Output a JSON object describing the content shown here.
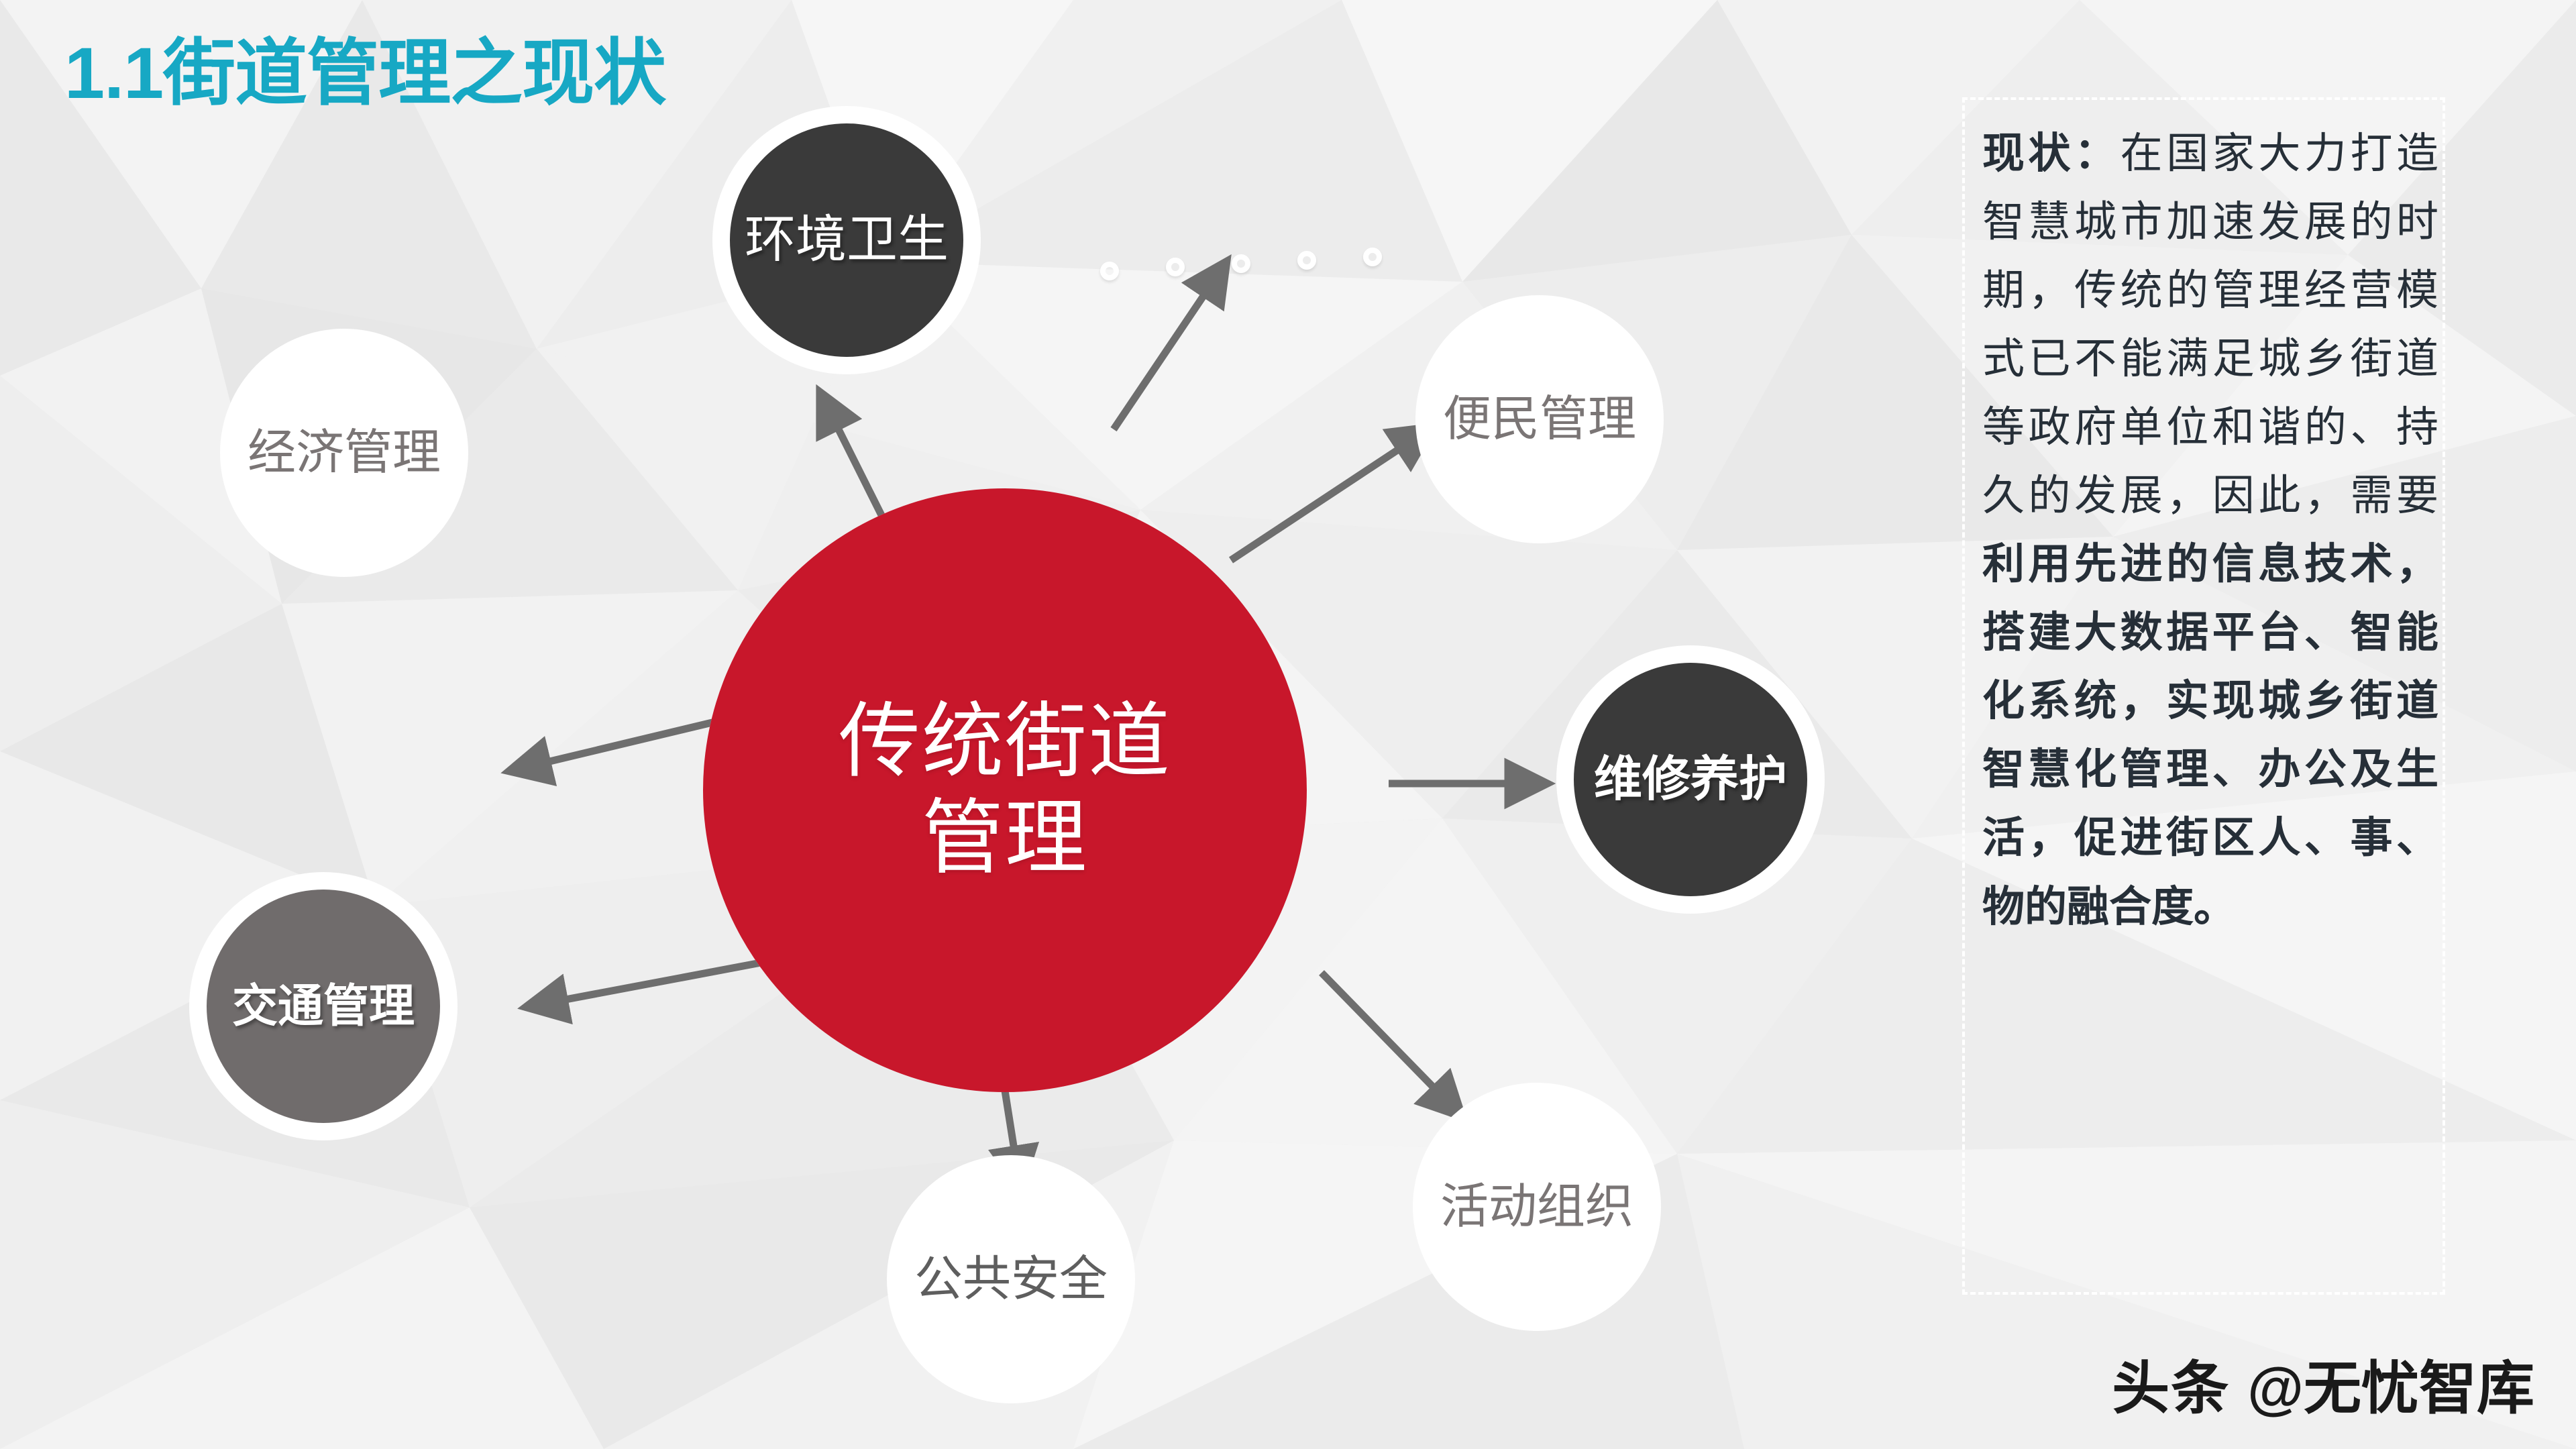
{
  "slide": {
    "title": "1.1街道管理之现状",
    "title_color": "#17A8C4",
    "background_color": "#EDEDED"
  },
  "diagram": {
    "center": {
      "label": "传统街道\n管理",
      "label_line1": "传统街道",
      "label_line2": "管理",
      "fill_color": "#C8172B",
      "text_color": "#FFFFFF"
    },
    "nodes": [
      {
        "id": "huanjing",
        "label": "环境卫生",
        "style": "dark",
        "fill_color": "#3A3A3A",
        "text_color": "#FFFFFF"
      },
      {
        "id": "jingji",
        "label": "经济管理",
        "style": "light",
        "fill_color": "#FFFFFF",
        "text_color": "#7A7575"
      },
      {
        "id": "bianmin",
        "label": "便民管理",
        "style": "light",
        "fill_color": "#FFFFFF",
        "text_color": "#7A7575"
      },
      {
        "id": "weixiu",
        "label": "维修养护",
        "style": "dark",
        "fill_color": "#3A3A3A",
        "text_color": "#FFFFFF"
      },
      {
        "id": "jiaotong",
        "label": "交通管理",
        "style": "mid",
        "fill_color": "#706C6C",
        "text_color": "#FFFFFF"
      },
      {
        "id": "huodong",
        "label": "活动组织",
        "style": "light",
        "fill_color": "#FFFFFF",
        "text_color": "#7A7575"
      },
      {
        "id": "gonggong",
        "label": "公共安全",
        "style": "light",
        "fill_color": "#FFFFFF",
        "text_color": "#5E5E5E"
      }
    ],
    "arrow_color": "#6E6E6E",
    "decor_dots_count": 5
  },
  "panel": {
    "label_prefix": "现状：",
    "body_normal_1": "在国家大力打造智慧城市加速发展的时期，传统的管理经营模式已不能满足城乡街道等政府单位和谐的、持久的发展，因此，需要",
    "body_bold": "利用先进的信息技术，搭建大数据平台、智能化系统，实现城乡街道智慧化管理、办公及生活，促进街区人、事、物的融合度。",
    "full_text": "现状：在国家大力打造智慧城市加速发展的时期，传统的管理经营模式已不能满足城乡街道等政府单位和谐的、持久的发展，因此，需要利用先进的信息技术，搭建大数据平台、智能化系统，实现城乡街道智慧化管理、办公及生活，促进街区人、事、物的融合度。",
    "border_style": "dashed-white"
  },
  "watermark": {
    "source": "头条",
    "handle": "@无忧智库",
    "full": "头条 @无忧智库"
  }
}
